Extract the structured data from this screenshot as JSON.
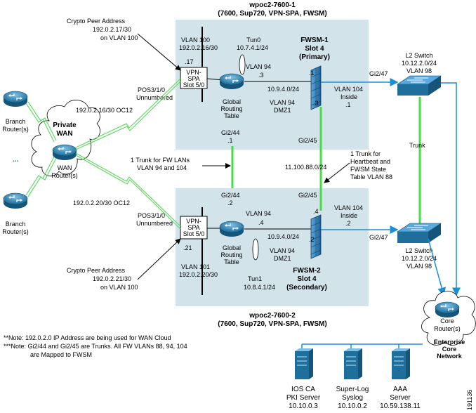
{
  "chassis_top": {
    "title": "wpoc2-7600-1",
    "subtitle": "(7600, Sup720, VPN-SPA, FWSM)",
    "crypto_peer": [
      "Crypto Peer Address",
      "192.0.2.17/30",
      "on VLAN 100"
    ],
    "vlan100": [
      "VLAN 100",
      "192.0.2.16/30"
    ],
    "dot17": ".17",
    "tun0": [
      "Tun0",
      "10.7.4.1/24"
    ],
    "vlan94": "VLAN 94",
    "dot3": ".3",
    "fwsm": [
      "FWSM-1",
      "Slot 4",
      "(Primary)"
    ],
    "fw_dot1": ".1",
    "fw_dot3": ".3",
    "vpn_spa": [
      "VPN-",
      "SPA",
      "Slot 5/0"
    ],
    "pos": [
      "POS3/1/0",
      "Unnumbered"
    ],
    "routing": [
      "Global",
      "Routing",
      "Table"
    ],
    "subnet": "10.9.4.0/24",
    "vlan94_dmz": [
      "VLAN 94",
      "DMZ1"
    ],
    "vlan104_inside": [
      "VLAN 104",
      "Inside",
      ".1"
    ],
    "gi2_44": [
      "Gi2/44",
      ".1"
    ],
    "gi2_45": "Gi2/45",
    "gi2_47": "Gi2/47"
  },
  "chassis_bottom": {
    "title": "wpoc2-7600-2",
    "subtitle": "(7600, Sup720, VPN-SPA, FWSM)",
    "crypto_peer": [
      "Crypto Peer Address",
      "192.0.2.21/30",
      "on VLAN 100"
    ],
    "vlan101": [
      "VLAN 101",
      "192.0.2.20/30"
    ],
    "dot21": ".21",
    "tun1": [
      "Tun1",
      "10.8.4.1/24"
    ],
    "vlan94": "VLAN 94",
    "dot4": ".4",
    "fwsm": [
      "FWSM-2",
      "Slot 4",
      "(Secondary)"
    ],
    "fw_dot4": ".4",
    "fw_dot2": ".2",
    "vpn_spa": [
      "VPN-",
      "SPA",
      "Slot 5/0"
    ],
    "pos": [
      "POS3/1/0",
      "Unnumbered"
    ],
    "routing": [
      "Global",
      "Routing",
      "Table"
    ],
    "subnet": "10.9.4.0/24",
    "vlan94_dmz": [
      "VLAN 94",
      "DMZ1"
    ],
    "vlan104_inside": [
      "VLAN 104",
      "Inside",
      ".2"
    ],
    "gi2_44": [
      "Gi2/44",
      ".2"
    ],
    "gi2_45": "Gi2/45",
    "gi2_47": "Gi2/47"
  },
  "trunk_fw": [
    "1 Trunk for FW LANs",
    "VLAN 94 and 104"
  ],
  "trunk_hb": [
    "1 Trunk for",
    "Heartbeat and",
    "FWSM State",
    "Table VLAN 88"
  ],
  "hb_subnet": "11.100.88.0/24",
  "switch_top": [
    "L2 Switch",
    "10.12.2.0/24",
    "VLAN 98"
  ],
  "switch_bottom": [
    "L2 Switch",
    "10.12.2.0/24",
    "VLAN 98"
  ],
  "trunk_label": "Trunk",
  "wan": {
    "cloud": "Private\nWAN",
    "cloud_lines": [
      "Private",
      "WAN"
    ],
    "router": [
      "WAN",
      "Router(s)"
    ],
    "link_top": "192.0.2.16/30 OC12",
    "link_bottom": "192.0.2.20/30 OC12"
  },
  "branch_top": [
    "Branch",
    "Router(s)"
  ],
  "branch_bottom": [
    "Branch",
    "Router(s)"
  ],
  "ellipsis": "...",
  "core": {
    "router": [
      "Core",
      "Router(s)"
    ],
    "network": [
      "Enterprise",
      "Core",
      "Network"
    ]
  },
  "servers": [
    {
      "lines": [
        "IOS CA",
        "PKI Server",
        "10.10.0.3"
      ]
    },
    {
      "lines": [
        "Super-Log",
        "Syslog",
        "10.10.0.2"
      ]
    },
    {
      "lines": [
        "AAA",
        "Server",
        "10.59.138.11"
      ]
    }
  ],
  "notes": [
    "**Note: 192.0.2.0 IP Address are being used for WAN Cloud",
    "***Note: Gi2/44 and Gi2/45 are Trunks. All FW VLANs 88, 94, 104",
    "are Mapped to FWSM"
  ],
  "figure_id": "191136",
  "colors": {
    "chassis_fill": "#d3e3ea",
    "router_blue": "#1f6f9c",
    "link_blue": "#1a8fd6",
    "trunk_green": "#44dd44",
    "wan_green": "#66d966",
    "firewall_blue": "#2a7fc0"
  }
}
